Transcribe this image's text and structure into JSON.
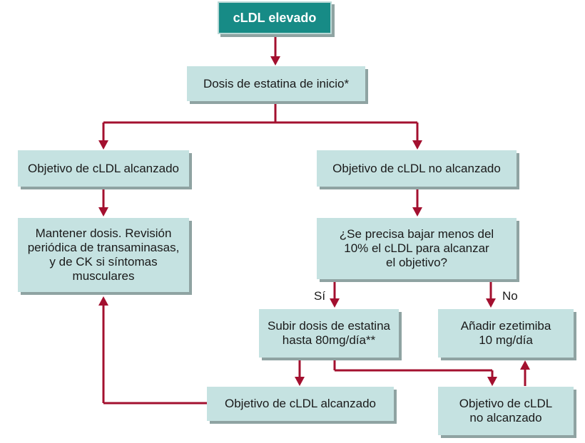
{
  "nodes": {
    "start": "cLDL elevado",
    "initial_dose": "Dosis de estatina de inicio*",
    "goal_reached_left": "Objetivo de cLDL alcanzado",
    "goal_not_reached": "Objetivo de cLDL no alcanzado",
    "maintain": "Mantener dosis. Revisión\nperiódica de transaminasas,\ny de CK si síntomas\nmusculares",
    "question": "¿Se precisa bajar menos del\n10% el cLDL para alcanzar\nel objetivo?",
    "increase_dose": "Subir dosis de estatina\nhasta 80mg/día**",
    "add_ezetimibe": "Añadir ezetimiba\n10 mg/día",
    "goal_reached_bottom": "Objetivo de cLDL alcanzado",
    "goal_not_reached_bottom": "Objetivo de cLDL\nno alcanzado"
  },
  "labels": {
    "yes": "Sí",
    "no": "No"
  },
  "colors": {
    "box_fill": "#c5e2e1",
    "start_fill": "#178b86",
    "arrow": "#a3102f"
  }
}
